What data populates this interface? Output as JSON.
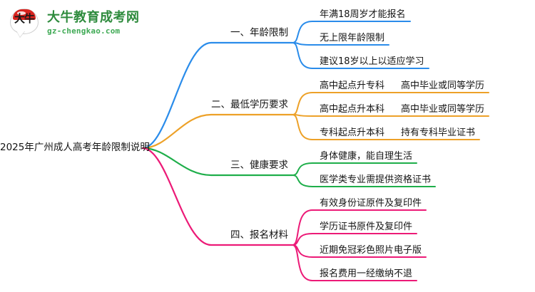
{
  "logo": {
    "mark_text": "大牛",
    "title": "大牛教育成考网",
    "url": "gz-chengkao.com",
    "brand_green": "#2e8b3d",
    "brand_red": "#d9241f"
  },
  "mindmap": {
    "root": {
      "label": "2025年广州成人高考年龄限制说明"
    },
    "branches": [
      {
        "label": "一、年龄限制",
        "color": "#2a8cea",
        "children": [
          {
            "label": "年满18周岁才能报名",
            "grandchildren": []
          },
          {
            "label": "无上限年龄限制",
            "grandchildren": []
          },
          {
            "label": "建议18岁以上以适应学习",
            "grandchildren": []
          }
        ]
      },
      {
        "label": "二、最低学历要求",
        "color": "#eda128",
        "children": [
          {
            "label": "高中起点升专科",
            "grandchildren": [
              {
                "label": "高中毕业或同等学历"
              }
            ]
          },
          {
            "label": "高中起点升本科",
            "grandchildren": [
              {
                "label": "高中毕业或同等学历"
              }
            ]
          },
          {
            "label": "专科起点升本科",
            "grandchildren": [
              {
                "label": "持有专科毕业证书"
              }
            ]
          }
        ]
      },
      {
        "label": "三、健康要求",
        "color": "#1eae4a",
        "children": [
          {
            "label": "身体健康，能自理生活",
            "grandchildren": []
          },
          {
            "label": "医学类专业需提供资格证书",
            "grandchildren": []
          }
        ]
      },
      {
        "label": "四、报名材料",
        "color": "#ec1a77",
        "children": [
          {
            "label": "有效身份证原件及复印件",
            "grandchildren": []
          },
          {
            "label": "学历证书原件及复印件",
            "grandchildren": []
          },
          {
            "label": "近期免冠彩色照片电子版",
            "grandchildren": []
          },
          {
            "label": "报名费用一经缴纳不退",
            "grandchildren": []
          }
        ]
      }
    ]
  }
}
